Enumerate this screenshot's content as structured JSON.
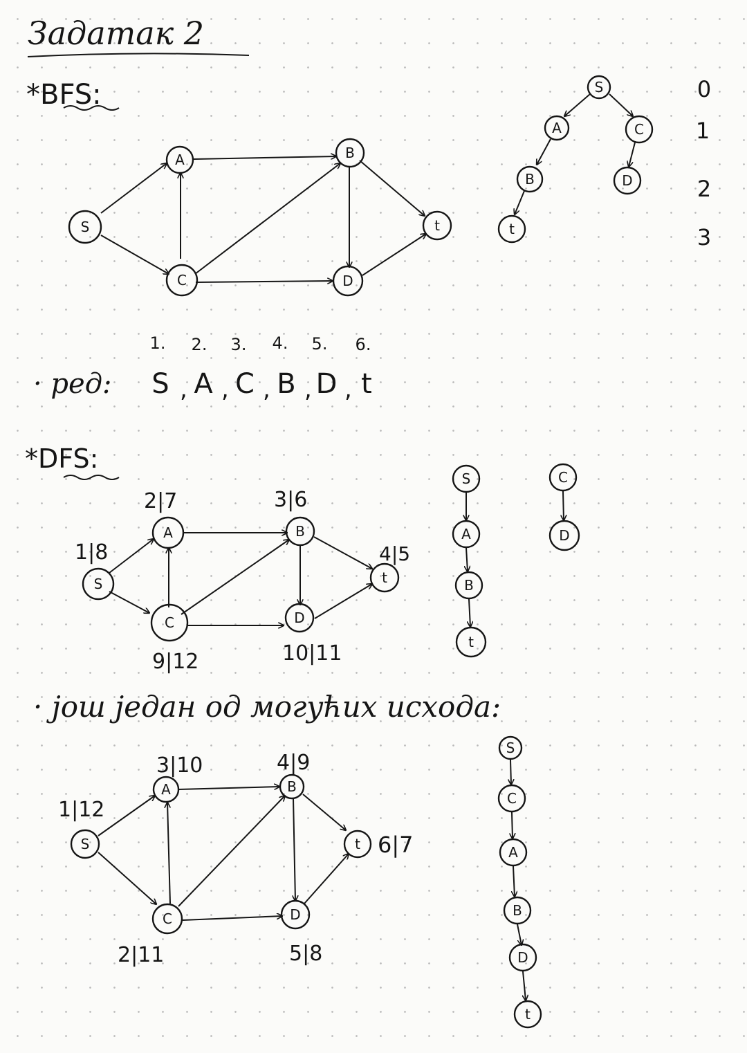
{
  "title": "Задатак 2",
  "bfs": {
    "heading": "*BFS:",
    "levels": [
      "0",
      "1",
      "2",
      "3"
    ],
    "order_label": "· ред:",
    "order_numbers": [
      "1.",
      "2.",
      "3.",
      "4.",
      "5.",
      "6."
    ],
    "order": [
      "S",
      "A",
      "C",
      "B",
      "D",
      "t"
    ]
  },
  "dfs": {
    "heading": "*DFS:",
    "times": {
      "S": "1|8",
      "A": "2|7",
      "B": "3|6",
      "t": "4|5",
      "C": "9|12",
      "D": "10|11"
    }
  },
  "alt": {
    "caption": "· још један од могућих исхода:",
    "times": {
      "S": "1|12",
      "C": "2|11",
      "A": "3|10",
      "B": "4|9",
      "D": "5|8",
      "t": "6|7"
    }
  },
  "nodes": {
    "S": "S",
    "A": "A",
    "B": "B",
    "C": "C",
    "D": "D",
    "t": "t"
  }
}
